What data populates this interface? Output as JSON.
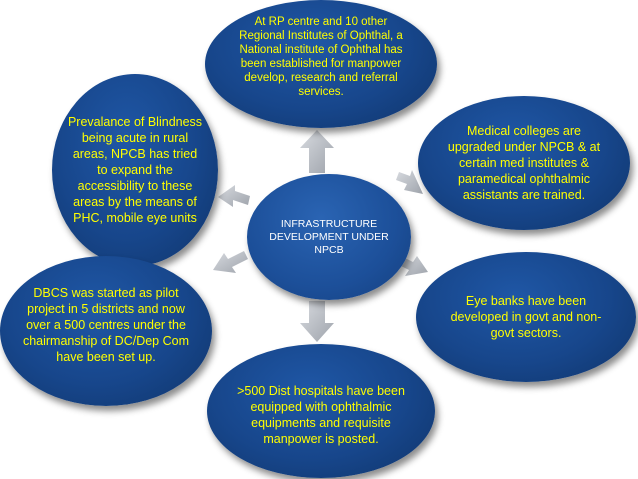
{
  "center": {
    "text": "INFRASTRUCTURE DEVELOPMENT UNDER NPCB"
  },
  "nodes": {
    "top": "At RP centre and 10 other Regional Institutes of Ophthal, a National institute of Ophthal has been established for manpower develop, research and referral services.",
    "left_top": "Prevalance of Blindness being acute in rural areas, NPCB has tried to expand the accessibility to these areas by the means of PHC, mobile eye units",
    "right_top": "Medical colleges are upgraded under NPCB & at certain med institutes & paramedical ophthalmic assistants are trained.",
    "left_bottom": "DBCS was started as pilot project in 5 districts and now over a 500 centres under the chairmanship of DC/Dep Com have been set up.",
    "right_bottom": "Eye banks have been developed in govt and non-govt sectors.",
    "bottom": ">500 Dist hospitals have been equipped with ophthalmic equipments and requisite manpower is posted."
  },
  "colors": {
    "node_fill": "#17468b",
    "node_text": "#ffff00",
    "center_text": "#ffffff",
    "arrow": "#b8bcc4"
  }
}
